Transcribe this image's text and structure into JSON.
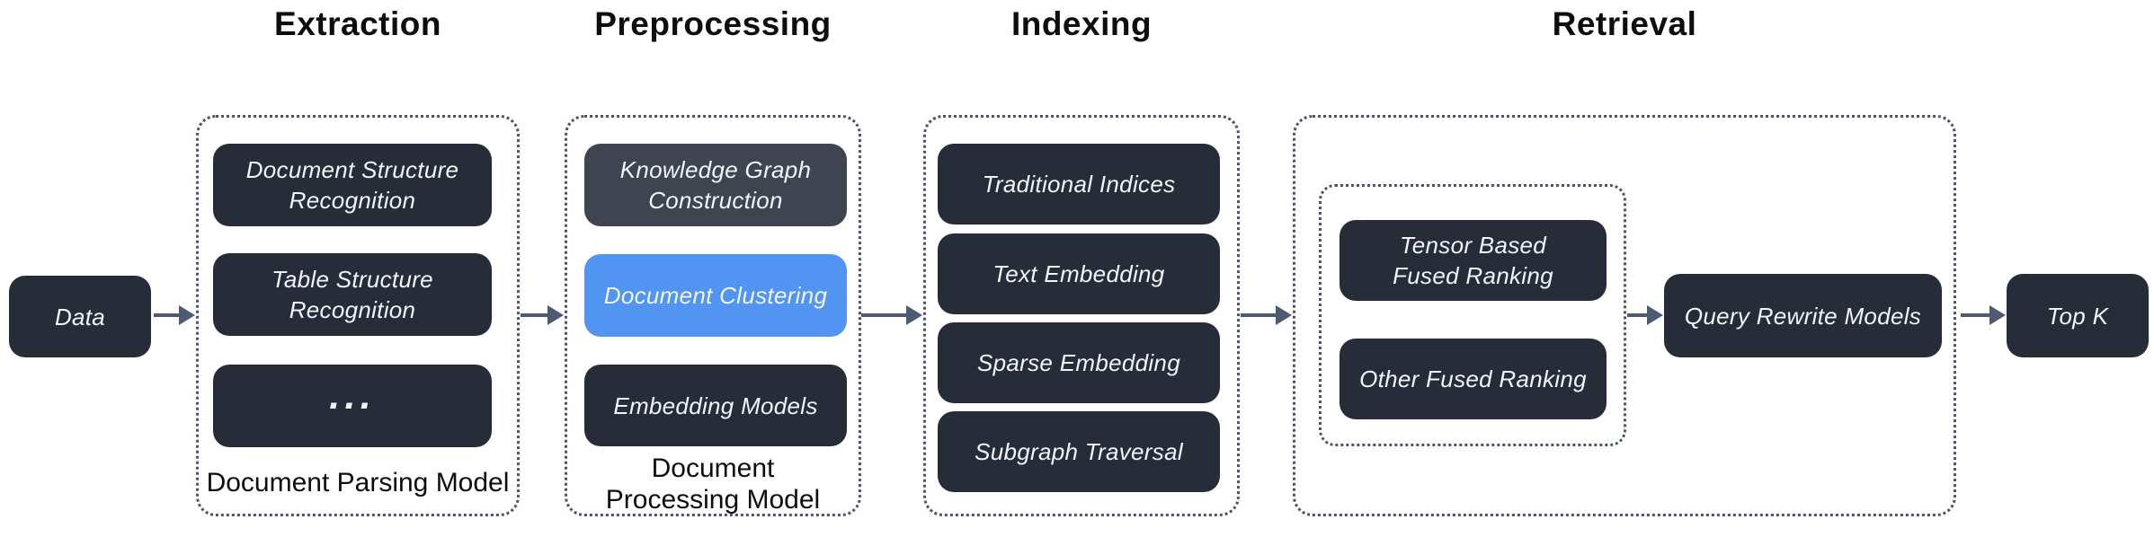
{
  "titles": {
    "extraction": "Extraction",
    "preprocessing": "Preprocessing",
    "indexing": "Indexing",
    "retrieval": "Retrieval"
  },
  "nodes": {
    "data": "Data",
    "query_rewrite": "Query Rewrite Models",
    "top_k": "Top K"
  },
  "sections": {
    "extraction": {
      "boxes": [
        "Document Structure\nRecognition",
        "Table Structure\nRecognition",
        "..."
      ],
      "caption": "Document Parsing Model"
    },
    "preprocessing": {
      "boxes": [
        "Knowledge Graph\nConstruction",
        "Document Clustering",
        "Embedding Models"
      ],
      "caption": "Document\nProcessing Model"
    },
    "indexing": {
      "boxes": [
        "Traditional Indices",
        "Text Embedding",
        "Sparse Embedding",
        "Subgraph Traversal"
      ]
    },
    "retrieval": {
      "fused_ranking_boxes": [
        "Tensor Based\nFused Ranking",
        "Other Fused Ranking"
      ]
    }
  },
  "colors": {
    "box_dark": "#272d38",
    "box_gray": "#3e4450",
    "box_blue": "#5294f2",
    "arrow": "#4d5a73",
    "dotted_border": "#4a5568",
    "label_text": "#f3f5f8",
    "caption_text": "#0d0d0d"
  }
}
